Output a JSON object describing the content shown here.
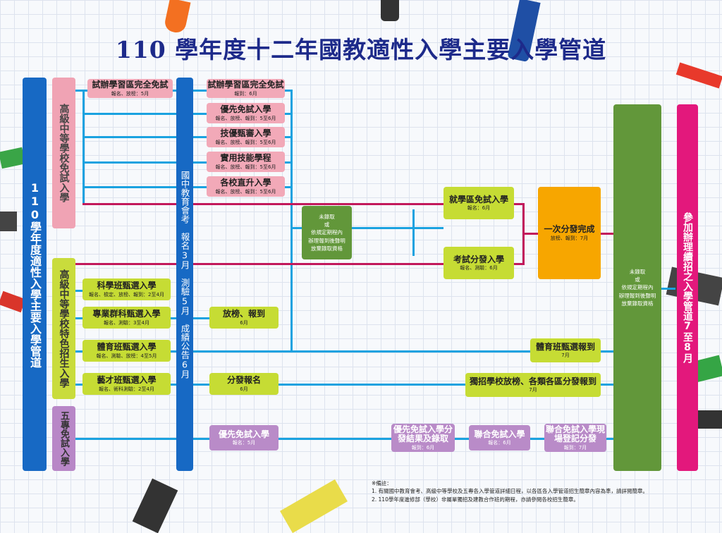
{
  "title": "110 學年度十二年國教適性入學主要入學管道",
  "left_main": "110學年度適性入學主要入學管道",
  "cat_free": "高級中等學校免試入學",
  "cat_special": "高級中等學校特色招生入學",
  "cat_vocational": "五專免試入學",
  "exam_column": "國中教育會考　報名3月　測驗5月　成績公告6月",
  "col1": [
    {
      "name": "試辦學習區完全免試",
      "sub": "報名、放榜：5月"
    }
  ],
  "col2_free": [
    {
      "name": "試辦學習區完全免試",
      "sub": "報到：6月"
    },
    {
      "name": "優先免試入學",
      "sub": "報名、放榜、報到：5至6月"
    },
    {
      "name": "技優甄審入學",
      "sub": "報名、放榜、報到：5至6月"
    },
    {
      "name": "實用技能學程",
      "sub": "報名、放榜、報到：5至6月"
    },
    {
      "name": "各校直升入學",
      "sub": "報名、放榜、報到：5至6月"
    }
  ],
  "special": [
    {
      "name": "科學班甄選入學",
      "sub": "報名、檢定、放榜、報到：2至4月"
    },
    {
      "name": "專業群科甄選入學",
      "sub": "報名、測驗：3至4月"
    },
    {
      "name": "體育班甄選入學",
      "sub": "報名、測驗、放榜：4至5月"
    },
    {
      "name": "藝才班甄選入學",
      "sub": "報名、術科測驗：2至4月"
    }
  ],
  "release_report": {
    "name": "放榜、報到",
    "sub": "6月"
  },
  "dist_signup": {
    "name": "分發報名",
    "sub": "6月"
  },
  "not_admitted1": [
    "未錄取",
    "或",
    "依規定期程內",
    "辦理報到後聲明",
    "放棄錄取資格"
  ],
  "district_free": {
    "name": "就學區免試入學",
    "sub": "報名：6月"
  },
  "exam_dist": {
    "name": "考試分發入學",
    "sub": "報名、測驗：6月"
  },
  "single_dist": {
    "name": "一次分發完成",
    "sub": "放榜、報到：7月"
  },
  "sports_report": {
    "name": "體育班甄選報到",
    "sub": "7月"
  },
  "indep": {
    "name": "獨招學校放榜、各類各區分發報到",
    "sub": "7月"
  },
  "v1": {
    "name": "優先免試入學",
    "sub": "報名：5月"
  },
  "v2": {
    "name": "優先免試入學分發結果及錄取",
    "sub": "報到：6月"
  },
  "v3": {
    "name": "聯合免試入學",
    "sub": "報名：6月"
  },
  "v4": {
    "name": "聯合免試入學現場登記分發",
    "sub": "報到：7月"
  },
  "not_admitted2": [
    "未錄取",
    "或",
    "依規定期程內",
    "辦理報到後聲明",
    "放棄錄取資格"
  ],
  "continue": "參加辦理續招之入學管道7至8月",
  "notes": [
    "※備註：",
    "1. 有關國中教育會考、高級中等學校及五專各入學管道詳細日程，以各區各入學管道招生簡章內容為準，請詳閱簡章。",
    "2. 110學年度進修部（學校）非屬單獨招及建教合作班的期程，亦請參閱各校招生簡章。"
  ],
  "colors": {
    "blue": "#1769c4",
    "line": "#1aa2e0",
    "pink": "#f2a9b8",
    "green": "#c6dc34",
    "purple": "#b98bc8",
    "orange": "#f7a600",
    "darkgreen": "#62973a",
    "magenta": "#e3187c"
  }
}
